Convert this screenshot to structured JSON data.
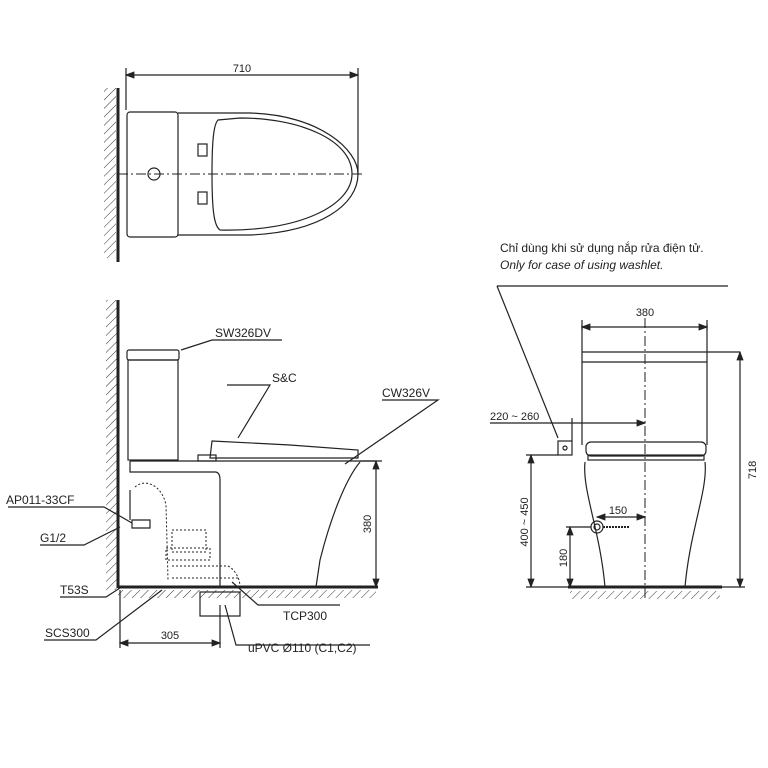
{
  "top_view": {
    "width_dim": "710"
  },
  "side_view": {
    "labels": {
      "tank": "SW326DV",
      "seat": "S&C",
      "bowl": "CW326V",
      "valve": "AP011-33CF",
      "thread": "G1/2",
      "bolt": "T53S",
      "screw": "SCS300",
      "flange": "TCP300",
      "pipe": "uPVC Ø110 (C1,C2)"
    },
    "dims": {
      "rough_in": "305",
      "seat_height": "380"
    }
  },
  "front_view": {
    "note_vi": "Chỉ dùng khi sử dụng nắp rửa điện tử.",
    "note_en": "Only for case of using washlet.",
    "dims": {
      "width": "380",
      "height": "718",
      "outlet_offset": "220 ~ 260",
      "outlet_height": "400 ~ 450",
      "supply_offset": "150",
      "supply_height": "180"
    }
  },
  "colors": {
    "line": "#222222",
    "background": "#ffffff"
  }
}
